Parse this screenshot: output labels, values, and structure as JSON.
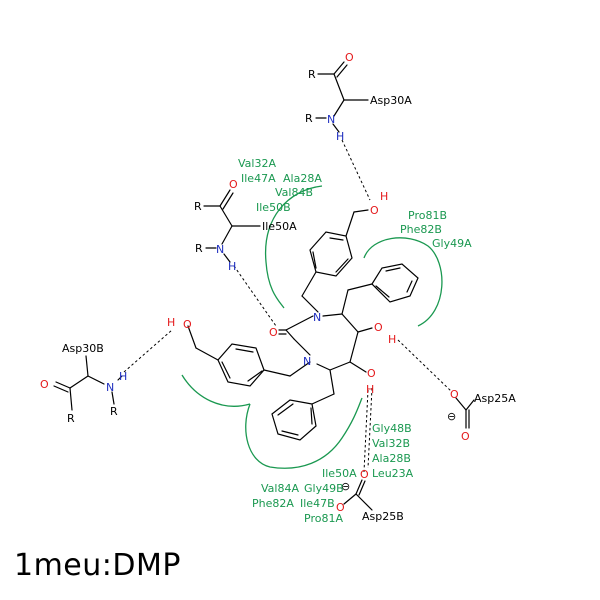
{
  "title": "1meu:DMP",
  "colors": {
    "oxygen": "#e41a1c",
    "nitrogen": "#1f2fbf",
    "carbon": "#000000",
    "contact": "#1a9850"
  },
  "residues": {
    "asp30a": "Asp30A",
    "ile50a": "Ile50A",
    "asp30b": "Asp30B",
    "asp25a": "Asp25A",
    "asp25b": "Asp25B"
  },
  "atoms": {
    "O": "O",
    "N": "N",
    "H": "H",
    "R": "R",
    "minus": "⊖"
  },
  "hydrophobic": {
    "group1": [
      "Val32A",
      "Ile47A",
      "Ala28A",
      "Val84B",
      "Ile50B"
    ],
    "group2": [
      "Pro81B",
      "Phe82B",
      "Gly49A"
    ],
    "group3": [
      "Gly48B",
      "Val32B",
      "Ala28B",
      "Leu23A",
      "Ile50A"
    ],
    "group4": [
      "Val84A",
      "Gly49B",
      "Phe82A",
      "Ile47B",
      "Pro81A"
    ]
  }
}
